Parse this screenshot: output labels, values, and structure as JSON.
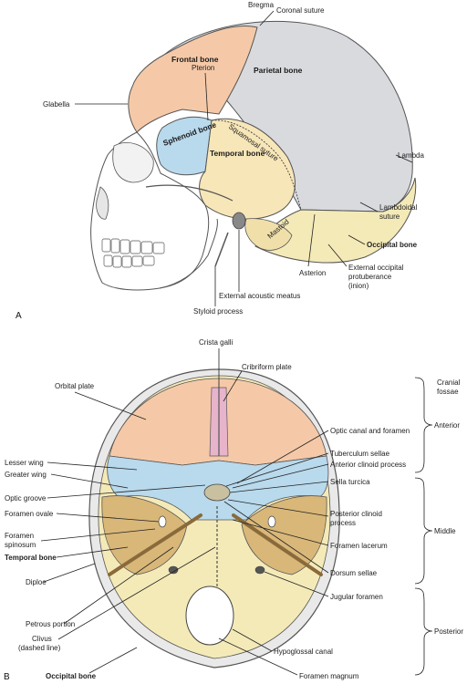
{
  "panels": {
    "a": "A",
    "b": "B"
  },
  "lateral": {
    "bregma": "Bregma",
    "coronal_suture": "Coronal suture",
    "pterion": "Pterion",
    "frontal_bone": "Frontal bone",
    "parietal_bone": "Parietal bone",
    "glabella": "Glabella",
    "squamosal_suture": "Squamosal suture",
    "sphenoid_bone": "Sphenoid bone",
    "temporal_bone": "Temporal bone",
    "lambda": "Lambda",
    "lambdoidal_suture_1": "Lambdoidal",
    "lambdoidal_suture_2": "suture",
    "mastoid": "Mastoid",
    "occipital_bone": "Occipital bone",
    "asterion": "Asterion",
    "eop_1": "External occipital",
    "eop_2": "protuberance",
    "eop_3": "(inion)",
    "external_acoustic_meatus": "External acoustic meatus",
    "styloid_process": "Styloid process"
  },
  "base": {
    "crista_galli": "Crista galli",
    "cribriform_plate": "Cribriform plate",
    "orbital_plate": "Orbital plate",
    "optic_canal": "Optic canal and foramen",
    "tuberculum_sellae": "Tuberculum sellae",
    "anterior_clinoid": "Anterior clinoid process",
    "lesser_wing": "Lesser wing",
    "greater_wing": "Greater wing",
    "sella_turcica": "Sella turcica",
    "optic_groove": "Optic groove",
    "foramen_ovale": "Foramen ovale",
    "posterior_clinoid_1": "Posterior clinoid",
    "posterior_clinoid_2": "process",
    "foramen_spinosum_1": "Foramen",
    "foramen_spinosum_2": "spinosum",
    "temporal_bone": "Temporal bone",
    "foramen_lacerum": "Foramen lacerum",
    "diploe": "Diploe",
    "dorsum_sellae": "Dorsum sellae",
    "jugular_foramen": "Jugular foramen",
    "petrous_portion": "Petrous portion",
    "clivus_1": "Clivus",
    "clivus_2": "(dashed line)",
    "hypoglossal_canal": "Hypoglossal canal",
    "occipital_bone": "Occipital bone",
    "foramen_magnum": "Foramen magnum"
  },
  "fossae": {
    "title_1": "Cranial",
    "title_2": "fossae",
    "anterior": "Anterior",
    "middle": "Middle",
    "posterior": "Posterior"
  },
  "colors": {
    "frontal": "#f5c9a8",
    "parietal": "#d9dade",
    "temporal": "#f7e6b8",
    "sphenoid": "#b9d9ec",
    "occipital": "#f4eab8",
    "face": "#ffffff",
    "cribriform": "#e7b4cc"
  }
}
